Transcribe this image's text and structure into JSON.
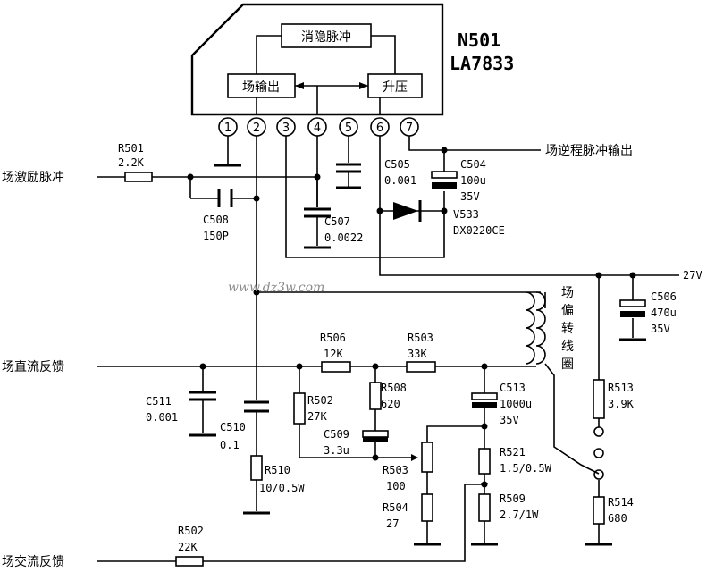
{
  "ic": {
    "ref": "N501",
    "part": "LA7833",
    "blocks": {
      "blanking": "消隐脉冲",
      "output": "场输出",
      "boost": "升压"
    },
    "pins": [
      "1",
      "2",
      "3",
      "4",
      "5",
      "6",
      "7"
    ]
  },
  "signals": {
    "excitation": "场激励脉冲",
    "flyback_out": "场逆程脉冲输出",
    "dc_feedback": "场直流反馈",
    "ac_feedback": "场交流反馈",
    "supply": "27V",
    "yoke": [
      "场",
      "偏",
      "转",
      "线",
      "圈"
    ]
  },
  "components": {
    "r501": {
      "ref": "R501",
      "value": "2.2K"
    },
    "c508": {
      "ref": "C508",
      "value": "150P"
    },
    "c507": {
      "ref": "C507",
      "value": "0.0022"
    },
    "c505": {
      "ref": "C505",
      "value": "0.001"
    },
    "c504": {
      "ref": "C504",
      "value": "100u",
      "value2": "35V"
    },
    "v533": {
      "ref": "V533",
      "value": "DX0220CE"
    },
    "c506": {
      "ref": "C506",
      "value": "470u",
      "value2": "35V"
    },
    "r506": {
      "ref": "R506",
      "value": "12K"
    },
    "r503a": {
      "ref": "R503",
      "value": "33K"
    },
    "c511": {
      "ref": "C511",
      "value": "0.001"
    },
    "c510": {
      "ref": "C510",
      "value": "0.1"
    },
    "r502a": {
      "ref": "R502",
      "value": "27K"
    },
    "r508": {
      "ref": "R508",
      "value": "620"
    },
    "c509": {
      "ref": "C509",
      "value": "3.3u"
    },
    "c513": {
      "ref": "C513",
      "value": "1000u",
      "value2": "35V"
    },
    "r513": {
      "ref": "R513",
      "value": "3.9K"
    },
    "r510": {
      "ref": "R510",
      "value": "10/0.5W"
    },
    "r503b": {
      "ref": "R503",
      "value": "100"
    },
    "r504": {
      "ref": "R504",
      "value": "27"
    },
    "r521": {
      "ref": "R521",
      "value": "1.5/0.5W"
    },
    "r509": {
      "ref": "R509",
      "value": "2.7/1W"
    },
    "r514": {
      "ref": "R514",
      "value": "680"
    },
    "r502b": {
      "ref": "R502",
      "value": "22K"
    }
  },
  "watermark": "www.dz3w.com"
}
